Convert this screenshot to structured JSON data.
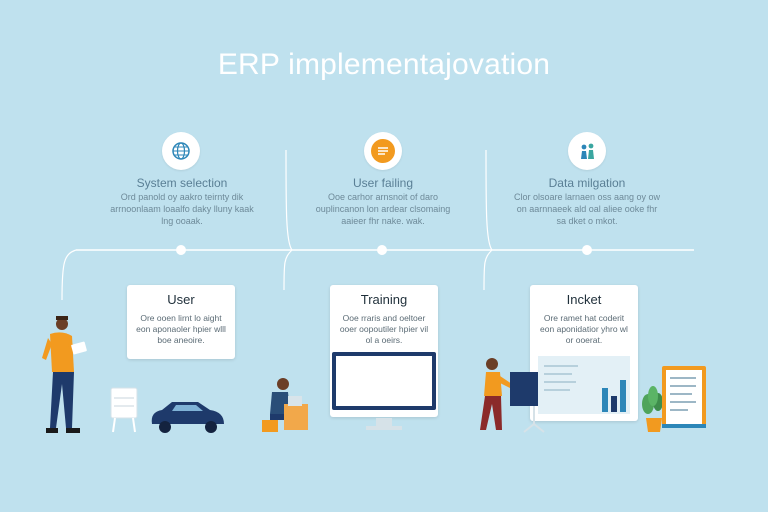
{
  "title": "ERP implementajovation",
  "phases": [
    {
      "title": "System selection",
      "icon": "globe-icon",
      "desc": "Ord panold oy aakro teirnty dik arrnoonlaam loaalfo daky lluny kaak lng ooaak."
    },
    {
      "title": "User failing",
      "icon": "document-icon",
      "desc": "Ooe carhor arnsnoit of daro ouplincanon lon ardear clsomaing aaieer fhr nake. wak."
    },
    {
      "title": "Data milgation",
      "icon": "people-icon",
      "desc": "Clor olsoare larnaen oss aang oy ow on aarnnaeek ald oal aliee ooke fhr sa dket o mkot."
    }
  ],
  "cards": [
    {
      "title": "User",
      "desc": "Ore ooen lirnt lo aight eon aponaoler hpier wlll boe aneoire."
    },
    {
      "title": "Training",
      "desc": "Ooe rraris and oeltoer ooer oopoutiler hpier vil ol a oeirs."
    },
    {
      "title": "Incket",
      "desc": "Ore ramet hat coderit eon aponidatior yhro wl or ooerat."
    }
  ],
  "colors": {
    "background": "#bfe1ee",
    "accent_orange": "#f29a1f",
    "line": "#ffffff",
    "navy": "#1e3a6b"
  }
}
